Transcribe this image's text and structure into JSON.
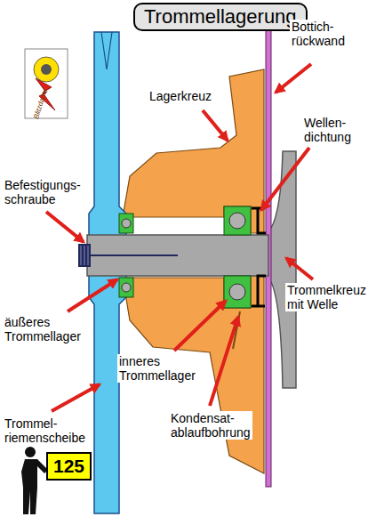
{
  "diagram": {
    "title": "Trommellagerung",
    "nodes": [
      {
        "text": [
          "125"
        ]
      }
    ],
    "labels": [
      "Bottich- rückwand",
      "Lagerkreuz",
      "Wellen- dichtung",
      "Befestigungs- schraube",
      "Trommelkreuz mit Welle",
      "äußeres Trommellager",
      "inneres Trommellager",
      "Trommel- riemenscheibe",
      "Kondensat- ablaufbohrung",
      "Blitzdame"
    ]
  }
}
